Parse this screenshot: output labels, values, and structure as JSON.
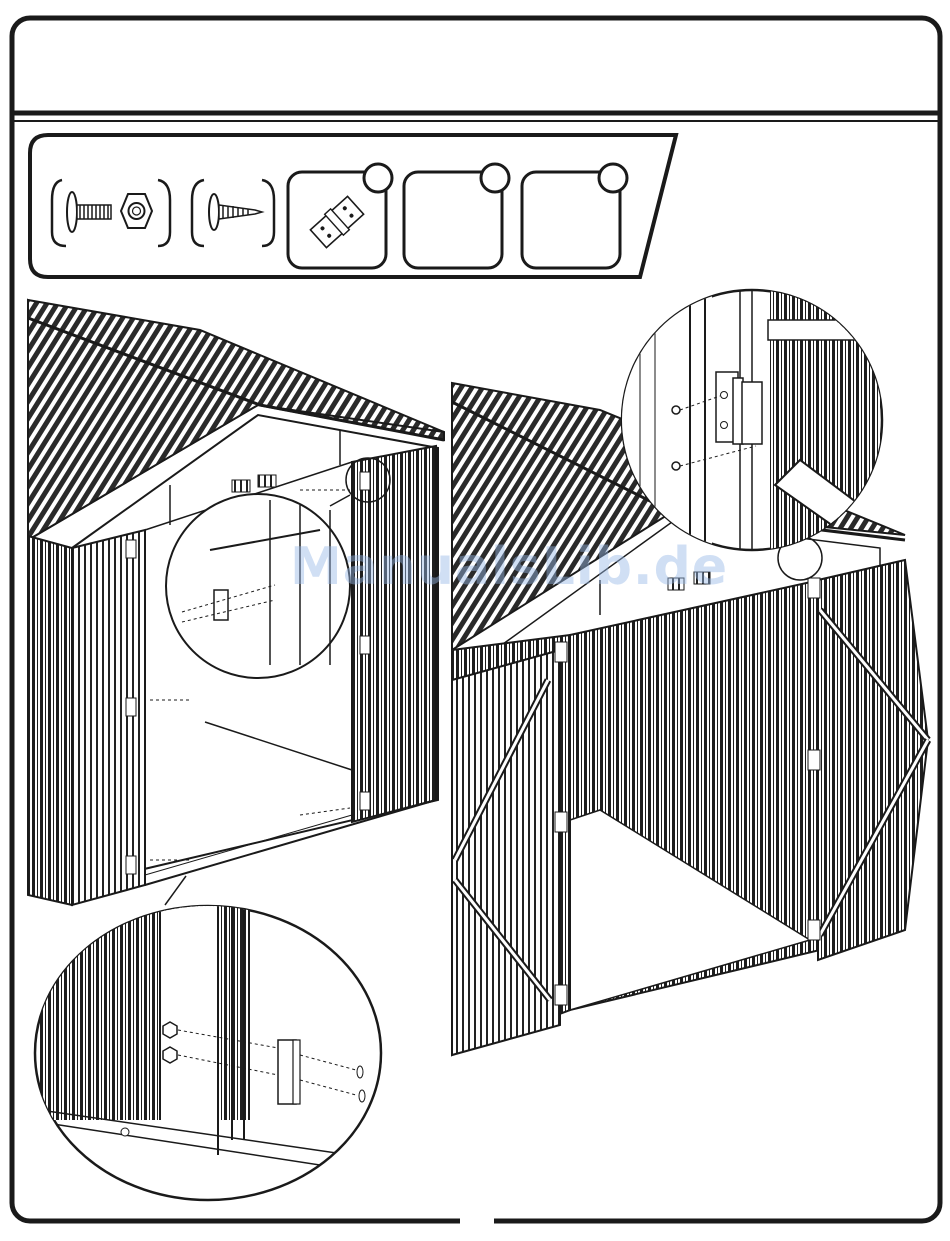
{
  "page": {
    "header_text": "",
    "watermark": "ManualsLib.de"
  },
  "hardware_parts": [
    {
      "name": "bolt-and-nut-icon",
      "quantity_label": ""
    },
    {
      "name": "self-tapping-screw-icon",
      "quantity_label": ""
    },
    {
      "name": "door-hinge-icon",
      "quantity_label": ""
    },
    {
      "name": "empty-part-slot-1",
      "quantity_label": ""
    },
    {
      "name": "empty-part-slot-2",
      "quantity_label": ""
    }
  ],
  "colors": {
    "line": "#1a1a1a",
    "background": "#ffffff",
    "watermark": "#96b9e6"
  }
}
